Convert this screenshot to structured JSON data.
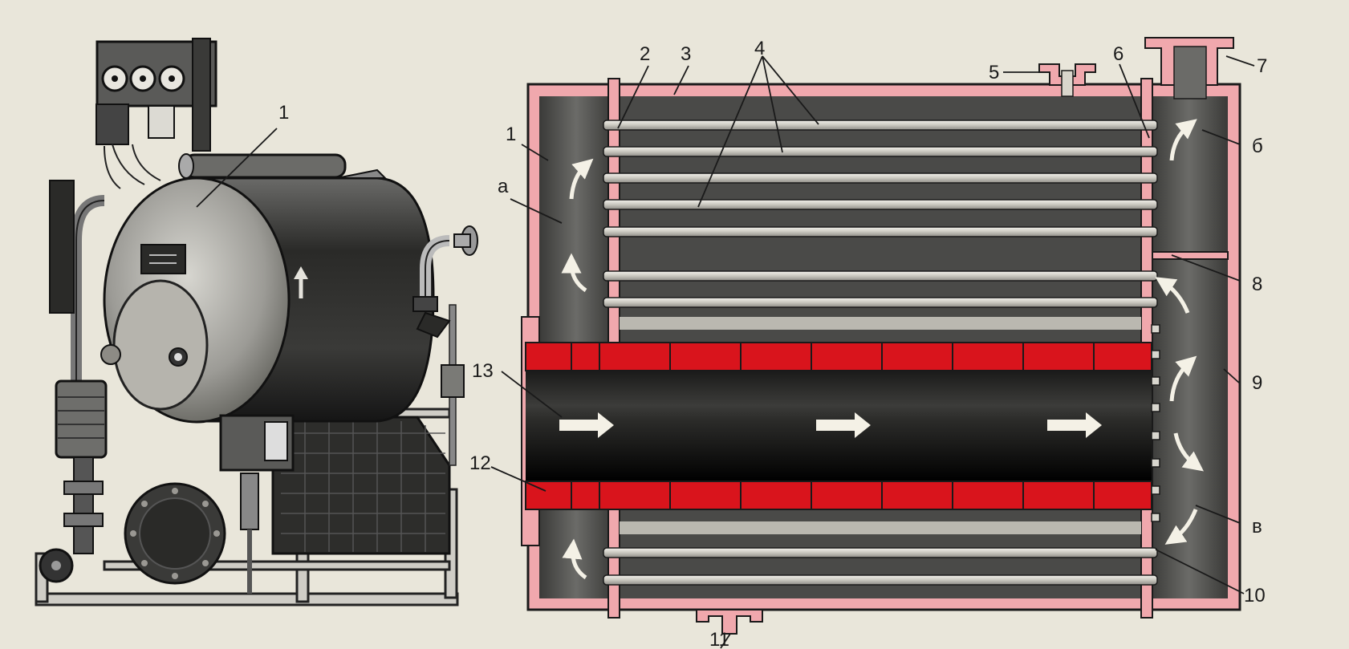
{
  "labels": {
    "n1_left": "1",
    "n1_right": "1",
    "n2": "2",
    "n3": "3",
    "n4": "4",
    "n5": "5",
    "n6": "6",
    "n7": "7",
    "n8": "8",
    "n9": "9",
    "n10": "10",
    "n11": "11",
    "n12": "12",
    "n13": "13",
    "a": "а",
    "b": "б",
    "v": "в"
  },
  "colors": {
    "background": "#e9e6da",
    "shell": "#f0a8ad",
    "shell_outline": "#1a1a1a",
    "firebrick": "#d9141c",
    "furnace_core": "#101010",
    "tube": "#d8d6ce",
    "chamber": "#4a4a48"
  },
  "icons": {
    "flow_arrow": "arrow-icon",
    "gauge": "gauge-icon"
  }
}
